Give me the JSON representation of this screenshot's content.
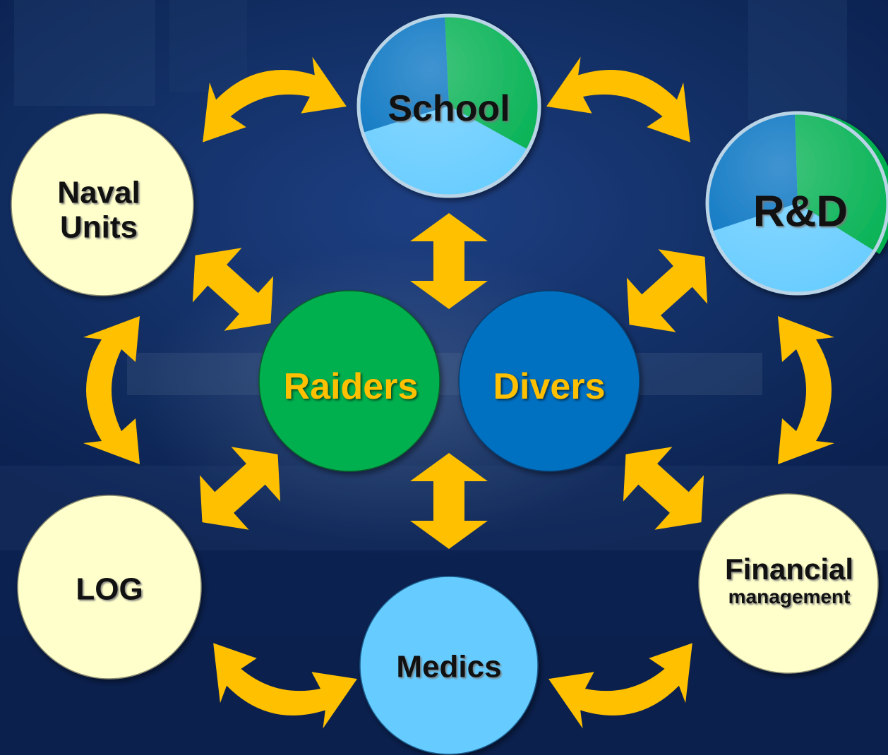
{
  "nodes": {
    "school": "School",
    "rnd": "R&D",
    "naval": [
      "Naval",
      "Units"
    ],
    "raiders": "Raiders",
    "divers": "Divers",
    "log": "LOG",
    "financial": [
      "Financial",
      "management"
    ],
    "medics": "Medics"
  },
  "colors": {
    "arrow": "#ffc000",
    "green": "#00b050",
    "dark_blue": "#0070c0",
    "light_blue": "#66ccff",
    "cream": "#ffffcc",
    "gold_text": "#ffc000"
  }
}
